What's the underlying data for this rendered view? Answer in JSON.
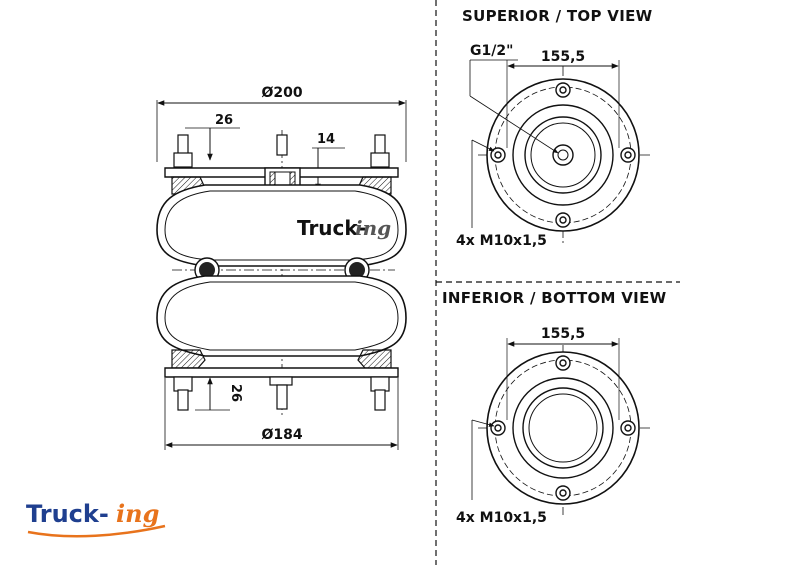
{
  "brand": {
    "logo_main": "Truck-",
    "logo_suffix": "ing",
    "colors": {
      "blue": "#1f3f8f",
      "orange": "#e8731c",
      "line": "#111111"
    }
  },
  "side_view": {
    "dim_top_diameter": "Ø200",
    "dim_bottom_diameter": "Ø184",
    "dim_top_bolt": "26",
    "dim_bottom_bolt": "26",
    "dim_port": "14"
  },
  "top_view": {
    "title": "SUPERIOR / TOP VIEW",
    "port_label": "G1/2\"",
    "bolt_circle": "155,5",
    "bolts": "4x M10x1,5"
  },
  "bottom_view": {
    "title": "INFERIOR / BOTTOM VIEW",
    "bolt_circle": "155,5",
    "bolts": "4x M10x1,5"
  }
}
